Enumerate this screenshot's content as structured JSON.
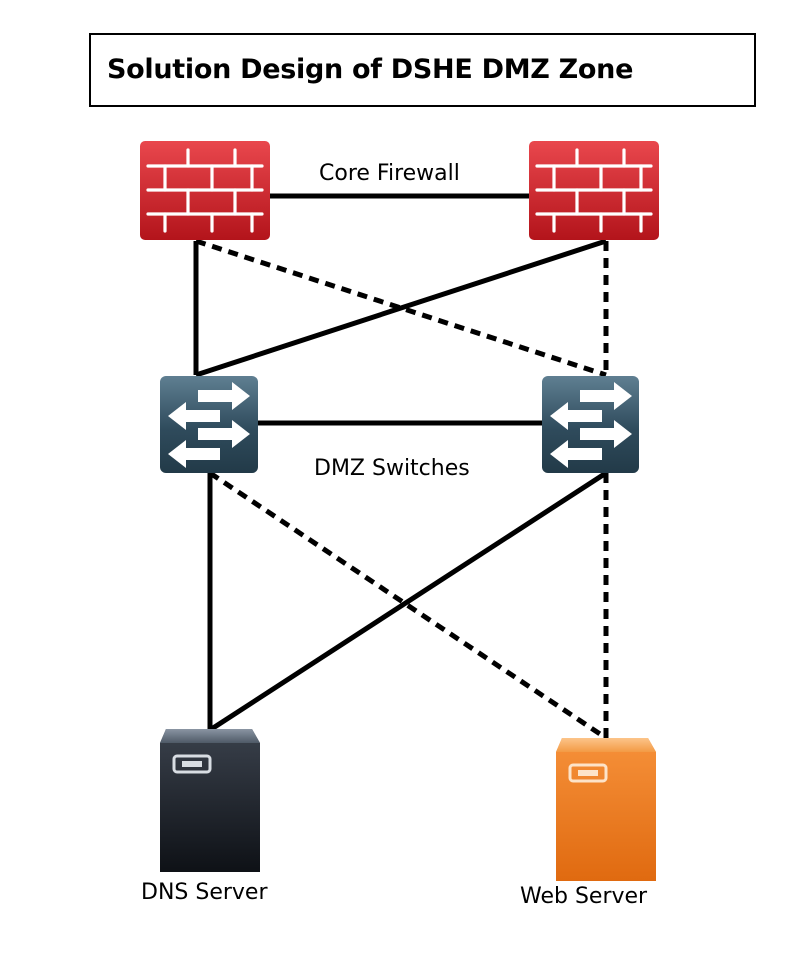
{
  "title": "Solution Design of DSHE DMZ Zone",
  "labels": {
    "core_firewall": "Core Firewall",
    "dmz_switches": "DMZ Switches",
    "dns_server": "DNS Server",
    "web_server": "Web Server"
  },
  "nodes": [
    {
      "id": "firewall-left",
      "icon": "firewall-icon"
    },
    {
      "id": "firewall-right",
      "icon": "firewall-icon"
    },
    {
      "id": "switch-left",
      "icon": "switch-icon"
    },
    {
      "id": "switch-right",
      "icon": "switch-icon"
    },
    {
      "id": "dns-server",
      "icon": "server-icon"
    },
    {
      "id": "web-server",
      "icon": "server-icon"
    }
  ],
  "links": [
    {
      "from": "firewall-left",
      "to": "firewall-right",
      "style": "solid"
    },
    {
      "from": "firewall-left",
      "to": "switch-left",
      "style": "solid"
    },
    {
      "from": "firewall-right",
      "to": "switch-left",
      "style": "solid"
    },
    {
      "from": "firewall-left",
      "to": "switch-right",
      "style": "dashed"
    },
    {
      "from": "firewall-right",
      "to": "switch-right",
      "style": "dashed"
    },
    {
      "from": "switch-left",
      "to": "switch-right",
      "style": "solid"
    },
    {
      "from": "switch-left",
      "to": "dns-server",
      "style": "solid"
    },
    {
      "from": "switch-right",
      "to": "dns-server",
      "style": "solid"
    },
    {
      "from": "switch-left",
      "to": "web-server",
      "style": "dashed"
    },
    {
      "from": "switch-right",
      "to": "web-server",
      "style": "dashed"
    }
  ],
  "colors": {
    "firewall": "#d9232b",
    "switch": "#2e4a5c",
    "dns_server": "#1b1f26",
    "web_server": "#f47c1a"
  }
}
